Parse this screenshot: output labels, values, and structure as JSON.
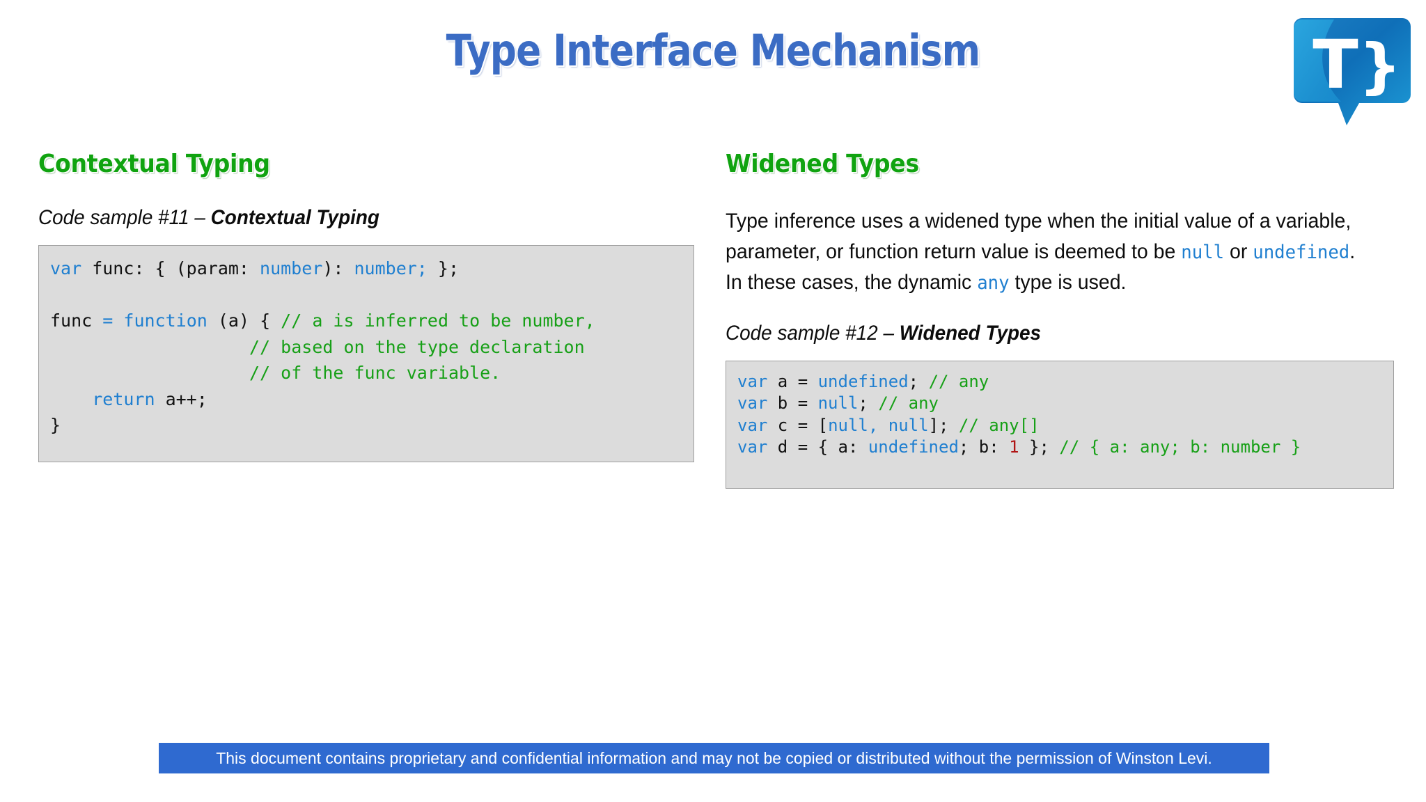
{
  "slide": {
    "title": "Type Interface Mechanism",
    "accent_blue": "#3b6cc4",
    "accent_green": "#10a310",
    "footer_blue": "#2f6ad0",
    "code_bg": "#dcdcdc"
  },
  "logo": {
    "name": "typescript-speech-bubble-logo",
    "glyph": "T}",
    "color_dark": "#0d6bb4",
    "color_light": "#29abe2"
  },
  "left_column": {
    "heading": "Contextual Typing",
    "caption_prefix": "Code sample #11 – ",
    "caption_bold": "Contextual Typing",
    "code_lines": [
      [
        {
          "t": "var",
          "c": "kw"
        },
        {
          "t": " func: { (param: ",
          "c": ""
        },
        {
          "t": "number",
          "c": "kw"
        },
        {
          "t": "): ",
          "c": ""
        },
        {
          "t": "number;",
          "c": "kw"
        },
        {
          "t": " };",
          "c": ""
        }
      ],
      [],
      [
        {
          "t": "func ",
          "c": ""
        },
        {
          "t": "=",
          "c": "kw"
        },
        {
          "t": " ",
          "c": ""
        },
        {
          "t": "function",
          "c": "kw"
        },
        {
          "t": " (a) { ",
          "c": ""
        },
        {
          "t": "// a is inferred to be number,",
          "c": "cmt"
        }
      ],
      [
        {
          "t": "                   ",
          "c": ""
        },
        {
          "t": "// based on the type declaration",
          "c": "cmt"
        }
      ],
      [
        {
          "t": "                   ",
          "c": ""
        },
        {
          "t": "// of the func variable.",
          "c": "cmt"
        }
      ],
      [
        {
          "t": "    ",
          "c": ""
        },
        {
          "t": "return",
          "c": "kw"
        },
        {
          "t": " a++;",
          "c": ""
        }
      ],
      [
        {
          "t": "}",
          "c": ""
        }
      ]
    ]
  },
  "right_column": {
    "heading": "Widened Types",
    "paragraph": [
      {
        "t": "Type inference uses a widened type when the initial value of a variable, parameter, or function return value is deemed to be ",
        "c": ""
      },
      {
        "t": "null",
        "c": "mono-kw"
      },
      {
        "t": " or ",
        "c": ""
      },
      {
        "t": "undefined",
        "c": "mono-kw"
      },
      {
        "t": ". In these cases, the dynamic ",
        "c": ""
      },
      {
        "t": "any",
        "c": "mono-kw"
      },
      {
        "t": " type is used.",
        "c": ""
      }
    ],
    "caption_prefix": "Code sample #12 – ",
    "caption_bold": "Widened Types",
    "code_lines": [
      [
        {
          "t": "var",
          "c": "kw"
        },
        {
          "t": " a = ",
          "c": ""
        },
        {
          "t": "undefined",
          "c": "kw"
        },
        {
          "t": "; ",
          "c": ""
        },
        {
          "t": "// any",
          "c": "cmt"
        }
      ],
      [
        {
          "t": "var",
          "c": "kw"
        },
        {
          "t": " b = ",
          "c": ""
        },
        {
          "t": "null",
          "c": "kw"
        },
        {
          "t": "; ",
          "c": ""
        },
        {
          "t": "// any",
          "c": "cmt"
        }
      ],
      [
        {
          "t": "var",
          "c": "kw"
        },
        {
          "t": " c = [",
          "c": ""
        },
        {
          "t": "null, null",
          "c": "kw"
        },
        {
          "t": "]; ",
          "c": ""
        },
        {
          "t": "// any[]",
          "c": "cmt"
        }
      ],
      [
        {
          "t": "var",
          "c": "kw"
        },
        {
          "t": " d = { a: ",
          "c": ""
        },
        {
          "t": "undefined",
          "c": "kw"
        },
        {
          "t": "; b: ",
          "c": ""
        },
        {
          "t": "1",
          "c": "num"
        },
        {
          "t": " }; ",
          "c": ""
        },
        {
          "t": "// { a: any; b: number }",
          "c": "cmt"
        }
      ]
    ]
  },
  "footer": {
    "text": "This document contains proprietary and confidential information and may not be copied or distributed without the permission of Winston Levi."
  }
}
